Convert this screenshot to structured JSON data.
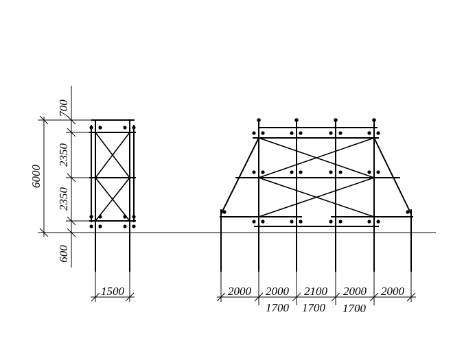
{
  "left_frame": {
    "height_dims": {
      "top": "700",
      "upper": "2350",
      "lower": "2350",
      "below_ground": "600",
      "overall": "6000"
    },
    "width_dim": "1500"
  },
  "right_frame": {
    "upper_dims": [
      "2000",
      "2000",
      "2100",
      "2000",
      "2000"
    ],
    "lower_dims": [
      "1700",
      "1700",
      "1700"
    ]
  }
}
